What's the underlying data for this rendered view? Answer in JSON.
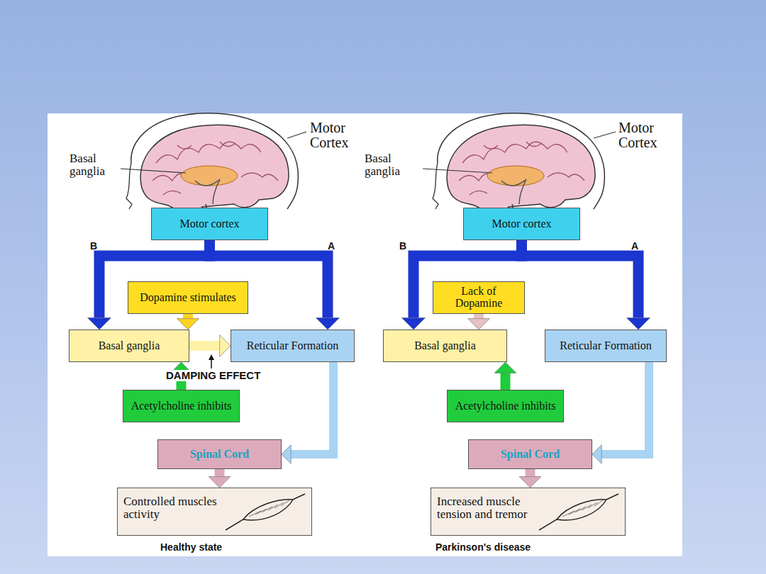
{
  "diagram": {
    "nodes": [
      {
        "text": [
          "Motor cortex"
        ]
      },
      {
        "text": [
          "Dopamine stimulates"
        ]
      },
      {
        "text": [
          "Basal ganglia"
        ]
      },
      {
        "text": [
          "Reticular Formation"
        ]
      },
      {
        "text": [
          "Acetylcholine inhibits"
        ]
      },
      {
        "text": [
          "Spinal Cord"
        ]
      },
      {
        "text": [
          "Controlled muscles activity"
        ]
      },
      {
        "text": [
          "Motor cortex"
        ]
      },
      {
        "text": [
          "Lack of Dopamine"
        ]
      },
      {
        "text": [
          "Basal ganglia"
        ]
      },
      {
        "text": [
          "Reticular Formation"
        ]
      },
      {
        "text": [
          "Acetylcholine inhibits"
        ]
      },
      {
        "text": [
          "Spinal Cord"
        ]
      },
      {
        "text": [
          "Increased muscle tension and tremor"
        ]
      }
    ],
    "edges": [
      {
        "from": 0,
        "to": 2,
        "arrow": "to"
      },
      {
        "from": 0,
        "to": 3,
        "arrow": "to"
      },
      {
        "from": 1,
        "to": 2,
        "arrow": "to"
      },
      {
        "from": 2,
        "to": 3,
        "arrow": "to"
      },
      {
        "from": 4,
        "to": 2,
        "arrow": "to"
      },
      {
        "from": 3,
        "to": 5,
        "arrow": "to"
      },
      {
        "from": 5,
        "to": 6,
        "arrow": "to"
      },
      {
        "from": 7,
        "to": 9,
        "arrow": "to"
      },
      {
        "from": 7,
        "to": 10,
        "arrow": "to"
      },
      {
        "from": 8,
        "to": 9,
        "arrow": "to"
      },
      {
        "from": 11,
        "to": 9,
        "arrow": "to"
      },
      {
        "from": 10,
        "to": 12,
        "arrow": "to"
      },
      {
        "from": 12,
        "to": 13,
        "arrow": "to"
      }
    ],
    "labels": [
      "Motor Cortex",
      "Basal ganglia",
      "B",
      "A",
      "DAMPING EFFECT",
      "Healthy state",
      "Motor Cortex",
      "Basal ganglia",
      "B",
      "A",
      "Parkinson's disease"
    ]
  }
}
